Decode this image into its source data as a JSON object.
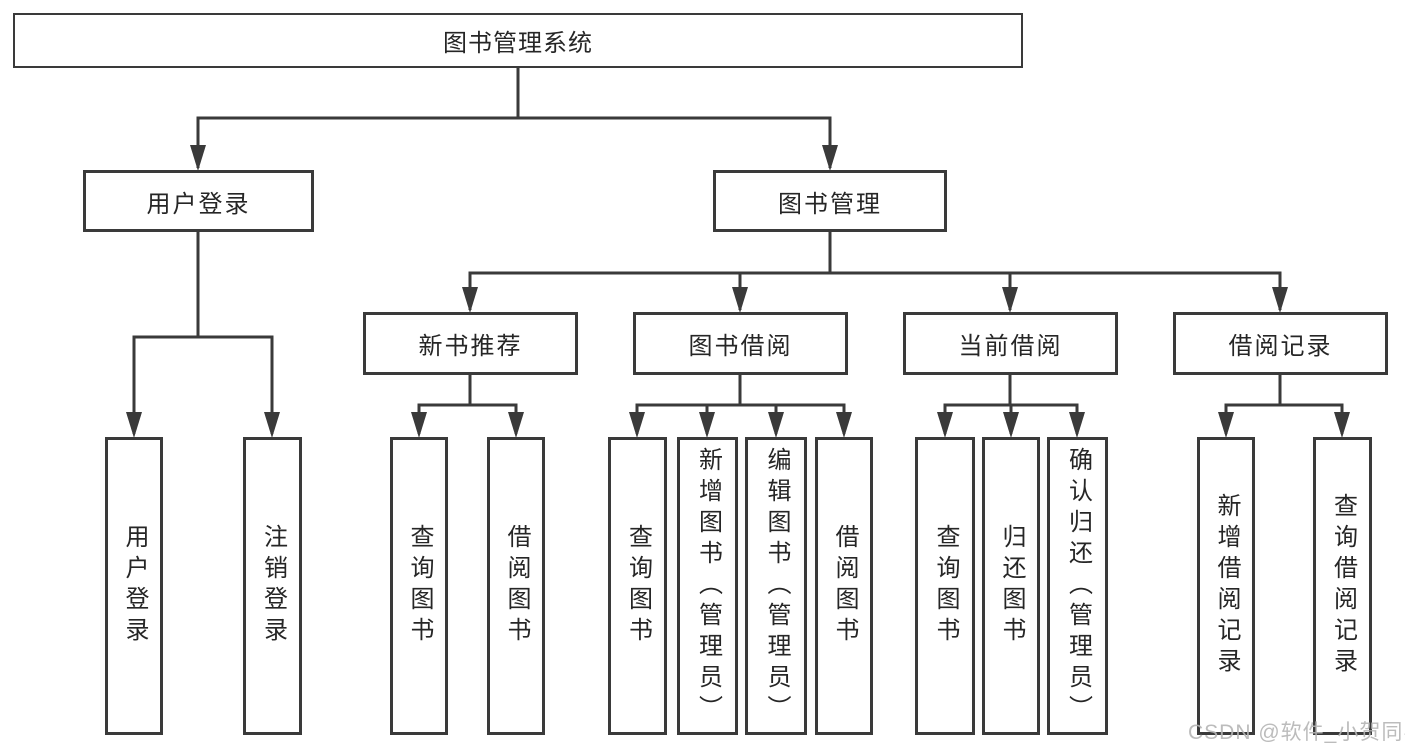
{
  "level1": {
    "label": "图书管理系统"
  },
  "level2": [
    {
      "label": "用户登录",
      "leaves": [
        "用户登录",
        "注销登录"
      ]
    },
    {
      "label": "图书管理",
      "groups": [
        {
          "label": "新书推荐",
          "leaves": [
            "查询图书",
            "借阅图书"
          ]
        },
        {
          "label": "图书借阅",
          "leaves": [
            "查询图书",
            "新增图书（管理员）",
            "编辑图书（管理员）",
            "借阅图书"
          ]
        },
        {
          "label": "当前借阅",
          "leaves": [
            "查询图书",
            "归还图书",
            "确认归还（管理员）"
          ]
        },
        {
          "label": "借阅记录",
          "leaves": [
            "新增借阅记录",
            "查询借阅记录"
          ]
        }
      ]
    }
  ],
  "watermark": "CSDN @软件_小贺同学",
  "colors": {
    "line": "#3a3a3a",
    "text": "#262626",
    "box_background": "#ffffff",
    "page_background": "#ffffff",
    "watermark": "#b5b5b5"
  }
}
